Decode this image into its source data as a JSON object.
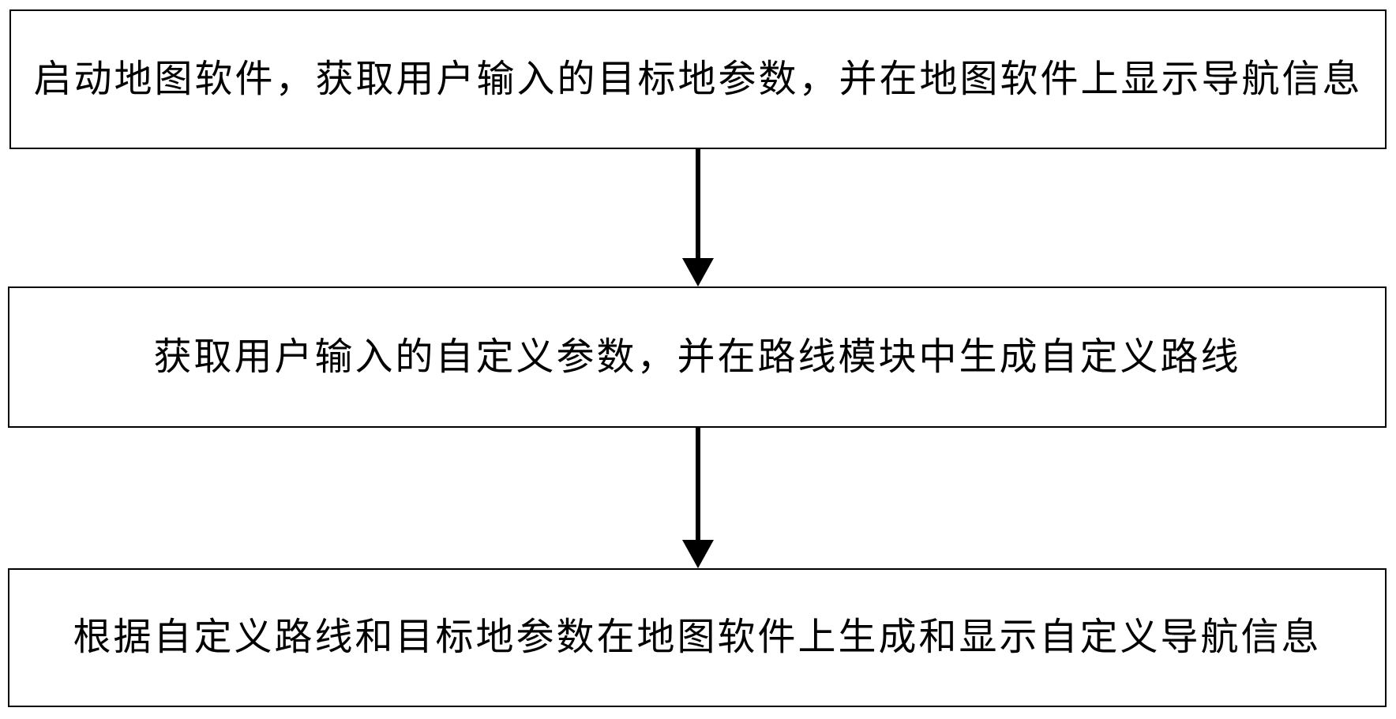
{
  "diagram": {
    "type": "flowchart",
    "orientation": "top-down",
    "background_color": "#ffffff",
    "line_color": "#000000",
    "text_color": "#000000",
    "steps": [
      {
        "id": 1,
        "text": "启动地图软件，获取用户输入的目标地参数，并在地图软件上显示导航信息"
      },
      {
        "id": 2,
        "text": "获取用户输入的自定义参数，并在路线模块中生成自定义路线"
      },
      {
        "id": 3,
        "text": "根据自定义路线和目标地参数在地图软件上生成和显示自定义导航信息"
      }
    ],
    "connectors": [
      {
        "from": 1,
        "to": 2,
        "type": "arrow-down"
      },
      {
        "from": 2,
        "to": 3,
        "type": "arrow-down"
      }
    ]
  }
}
